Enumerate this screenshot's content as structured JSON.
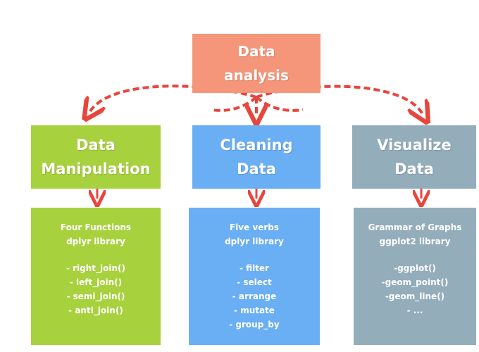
{
  "root": {
    "line1": "Data",
    "line2": "analysis",
    "color": "#f5967a"
  },
  "branches": [
    {
      "id": "manipulation",
      "title_line1": "Data",
      "title_line2": "Manipulation",
      "color": "#a8d13e",
      "detail": {
        "header1": "Four Functions",
        "header2": "dplyr library",
        "items": [
          "- right_join()",
          "- left_join()",
          "- semi_join()",
          "- anti_join()"
        ]
      }
    },
    {
      "id": "cleaning",
      "title_line1": "Cleaning",
      "title_line2": "Data",
      "color": "#6aaef4",
      "detail": {
        "header1": "Five verbs",
        "header2": "dplyr library",
        "items": [
          "- filter",
          "- select",
          "- arrange",
          "- mutate",
          "- group_by"
        ]
      }
    },
    {
      "id": "visualize",
      "title_line1": "Visualize",
      "title_line2": "Data",
      "color": "#93adbb",
      "detail": {
        "header1": "Grammar of Graphs",
        "header2": "ggplot2 library",
        "items": [
          "-ggplot()",
          "-geom_point()",
          "-geom_line()",
          "- ..."
        ]
      }
    }
  ],
  "connector_color": "#e8453c"
}
